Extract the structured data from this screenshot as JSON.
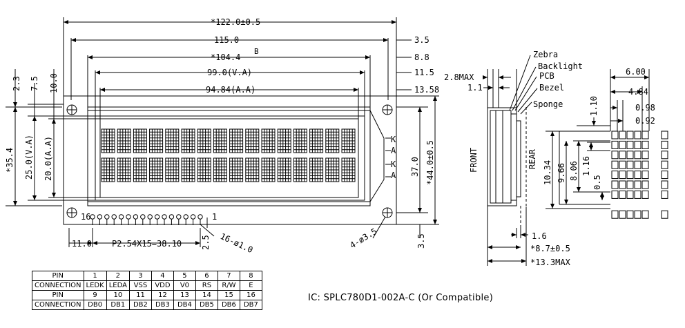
{
  "front": {
    "top_dims": [
      "*122.0±0.5",
      "115.0",
      "*104.4",
      "B",
      "99.0(V.A)",
      "94.84(A.A)"
    ],
    "right_top_dims": [
      "3.5",
      "8.8",
      "11.5",
      "13.58"
    ],
    "left_dims": [
      "2.3",
      "7.5",
      "10.0"
    ],
    "vertical_dims": [
      "*35.4",
      "25.0(V.A)",
      "20.0(A.A)",
      "37.0",
      "*44.0±0.5"
    ],
    "backlight_labels": [
      "K",
      "A",
      "K",
      "A"
    ],
    "pin_first": "16",
    "pin_last": "1",
    "pitch": "P2.54X15=38.10",
    "left_bottom": "11.0",
    "pin_hole": "16-ø1.0",
    "pin_offset": "2.5",
    "mount_hole": "4-ø3.5",
    "bottom_right": "3.5"
  },
  "side": {
    "labels": [
      "Zebra",
      "Backlight",
      "PCB",
      "Bezel",
      "Sponge"
    ],
    "front_label": "FRONT",
    "rear_label": "REAR",
    "dims": [
      "2.8MAX",
      "1.1",
      "1.6",
      "*8.7±0.5",
      "*13.3MAX"
    ]
  },
  "detail": {
    "horizontal": [
      "6.00",
      "4.84",
      "0.98",
      "0.92"
    ],
    "top": "1.10",
    "vertical": [
      "10.34",
      "9.66",
      "8.06",
      "1.16",
      "0.5"
    ]
  },
  "pin_table": {
    "row1_head": "PIN",
    "row1": [
      "1",
      "2",
      "3",
      "4",
      "5",
      "6",
      "7",
      "8"
    ],
    "row2_head": "CONNECTION",
    "row2": [
      "LEDK",
      "LEDA",
      "VSS",
      "VDD",
      "V0",
      "RS",
      "R/W",
      "E"
    ],
    "row3_head": "PIN",
    "row3": [
      "9",
      "10",
      "11",
      "12",
      "13",
      "14",
      "15",
      "16"
    ],
    "row4_head": "CONNECTION",
    "row4": [
      "DB0",
      "DB1",
      "DB2",
      "DB3",
      "DB4",
      "DB5",
      "DB6",
      "DB7"
    ]
  },
  "ic_note": "IC: SPLC780D1-002A-C (Or Compatible)"
}
